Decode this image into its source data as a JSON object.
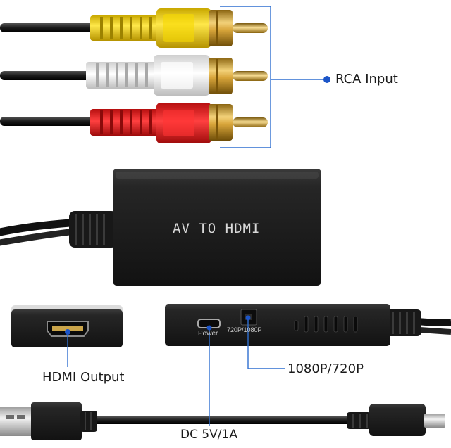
{
  "callouts": {
    "rca_input": "RCA Input",
    "hdmi_output": "HDMI Output",
    "resolution_switch": "1080P/720P",
    "dc_power": "DC 5V/1A"
  },
  "device": {
    "top_label": "AV TO HDMI",
    "power_port_label": "Power",
    "switch_label": "720P/1080P"
  },
  "colors": {
    "callout_line": "#2f6fd0",
    "callout_dot": "#1c55c8",
    "plug_yellow": "#f2d21a",
    "plug_white": "#f2f2f2",
    "plug_red": "#e31c1c",
    "gold": "#c89a2a",
    "device_body": "#1e1e1e"
  }
}
